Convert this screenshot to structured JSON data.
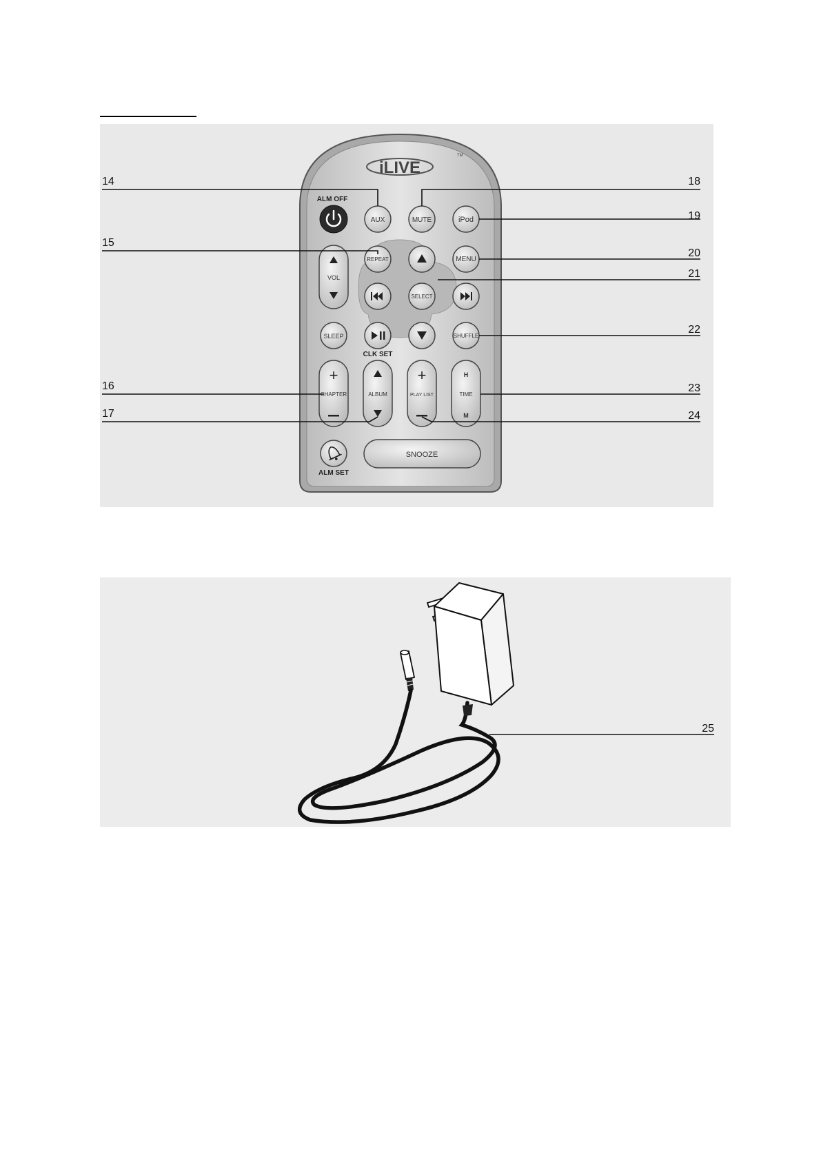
{
  "remote": {
    "brand": "iLIVE",
    "brand_tm": "TM",
    "buttons": {
      "alm_off": "ALM OFF",
      "aux": "AUX",
      "mute": "MUTE",
      "ipod": "iPod",
      "repeat": "REPEAT",
      "menu": "MENU",
      "vol": "VOL",
      "select": "SELECT",
      "sleep": "SLEEP",
      "shuffle": "SHUFFLE",
      "clk_set": "CLK SET",
      "chapter": "CHAPTER",
      "album": "ALBUM",
      "play_list": "PLAY LIST",
      "time": "TIME",
      "time_h": "H",
      "time_m": "M",
      "snooze": "SNOOZE",
      "alm_set": "ALM SET"
    }
  },
  "callouts": {
    "c14": "14",
    "c15": "15",
    "c16": "16",
    "c17": "17",
    "c18": "18",
    "c19": "19",
    "c20": "20",
    "c21": "21",
    "c22": "22",
    "c23": "23",
    "c24": "24",
    "c25": "25"
  },
  "colors": {
    "panel_bg": "#e9e9e9",
    "remote_body": "#d4d4d4",
    "button_fill": "#cfcfcf",
    "power_button": "#2a2a2a",
    "cable": "#111111"
  },
  "icons": {
    "power": "power-icon",
    "up": "triangle-up-icon",
    "down": "triangle-down-icon",
    "prev": "skip-previous-icon",
    "next": "skip-next-icon",
    "play_pause": "play-pause-icon",
    "alarm": "bell-icon"
  }
}
